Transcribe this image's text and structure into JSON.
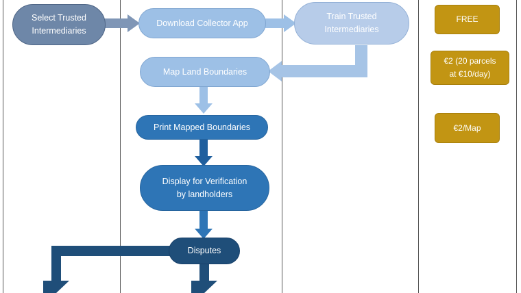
{
  "colors": {
    "gray_node": "#6e87a8",
    "light_node": "#9dc0e6",
    "pale_node": "#b7cce9",
    "mid_node": "#2e75b6",
    "dark_node": "#1f4e79",
    "arrow_light": "#9dc0e6",
    "arrow_mid": "#2e75b6",
    "arrow_dark": "#1f4e79",
    "cost_box": "#c29513",
    "lane_line": "#555555"
  },
  "steps": {
    "select_intermediaries": [
      "Select Trusted",
      "Intermediaries"
    ],
    "download_app": "Download Collector App",
    "train_intermediaries": [
      "Train Trusted",
      "Intermediaries"
    ],
    "map_boundaries": "Map Land Boundaries",
    "print_boundaries": "Print Mapped Boundaries",
    "display_verification": [
      "Display for Verification",
      "by landholders"
    ],
    "disputes": "Disputes"
  },
  "costs": {
    "free": "FREE",
    "mapping_cost": [
      "€2 (20 parcels",
      "at €10/day)"
    ],
    "print_cost": "€2/Map"
  }
}
